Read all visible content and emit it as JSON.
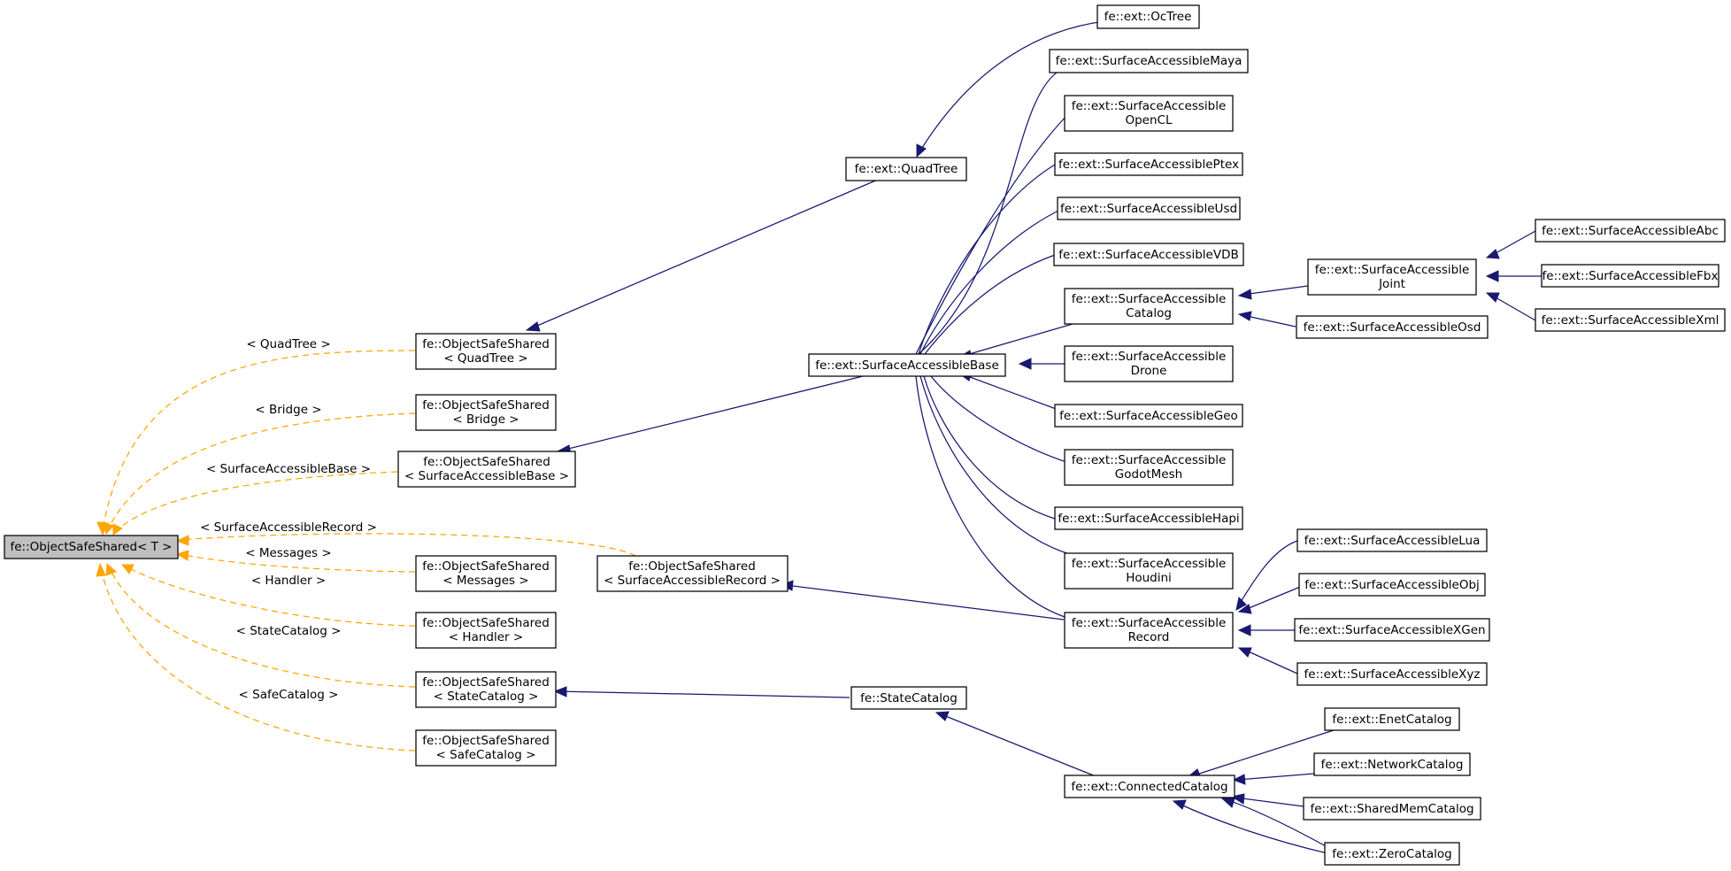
{
  "colors": {
    "inheritance_edge": "#191970",
    "template_edge": "#ffa500",
    "root_fill": "#bfbfbf",
    "node_fill": "#ffffff"
  },
  "nodes": {
    "root": [
      "fe::ObjectSafeShared< T >"
    ],
    "oss_quadtree": [
      "fe::ObjectSafeShared",
      "< QuadTree >"
    ],
    "oss_bridge": [
      "fe::ObjectSafeShared",
      "< Bridge >"
    ],
    "oss_surfacebase": [
      "fe::ObjectSafeShared",
      "< SurfaceAccessibleBase >"
    ],
    "oss_surfacerecord": [
      "fe::ObjectSafeShared",
      "< SurfaceAccessibleRecord >"
    ],
    "oss_messages": [
      "fe::ObjectSafeShared",
      "< Messages >"
    ],
    "oss_handler": [
      "fe::ObjectSafeShared",
      "< Handler >"
    ],
    "oss_statecatalog": [
      "fe::ObjectSafeShared",
      "< StateCatalog >"
    ],
    "oss_safecatalog": [
      "fe::ObjectSafeShared",
      "< SafeCatalog >"
    ],
    "quadtree": [
      "fe::ext::QuadTree"
    ],
    "octree": [
      "fe::ext::OcTree"
    ],
    "surfacebase": [
      "fe::ext::SurfaceAccessibleBase"
    ],
    "statecatalog": [
      "fe::StateCatalog"
    ],
    "connectedcatalog": [
      "fe::ext::ConnectedCatalog"
    ],
    "sa_maya": [
      "fe::ext::SurfaceAccessibleMaya"
    ],
    "sa_opencl": [
      "fe::ext::SurfaceAccessible",
      "OpenCL"
    ],
    "sa_ptex": [
      "fe::ext::SurfaceAccessiblePtex"
    ],
    "sa_usd": [
      "fe::ext::SurfaceAccessibleUsd"
    ],
    "sa_vdb": [
      "fe::ext::SurfaceAccessibleVDB"
    ],
    "sa_catalog": [
      "fe::ext::SurfaceAccessible",
      "Catalog"
    ],
    "sa_drone": [
      "fe::ext::SurfaceAccessible",
      "Drone"
    ],
    "sa_geo": [
      "fe::ext::SurfaceAccessibleGeo"
    ],
    "sa_godotmesh": [
      "fe::ext::SurfaceAccessible",
      "GodotMesh"
    ],
    "sa_hapi": [
      "fe::ext::SurfaceAccessibleHapi"
    ],
    "sa_houdini": [
      "fe::ext::SurfaceAccessible",
      "Houdini"
    ],
    "sa_record": [
      "fe::ext::SurfaceAccessible",
      "Record"
    ],
    "sa_joint": [
      "fe::ext::SurfaceAccessible",
      "Joint"
    ],
    "sa_osd": [
      "fe::ext::SurfaceAccessibleOsd"
    ],
    "sa_abc": [
      "fe::ext::SurfaceAccessibleAbc"
    ],
    "sa_fbx": [
      "fe::ext::SurfaceAccessibleFbx"
    ],
    "sa_xml": [
      "fe::ext::SurfaceAccessibleXml"
    ],
    "sa_lua": [
      "fe::ext::SurfaceAccessibleLua"
    ],
    "sa_obj": [
      "fe::ext::SurfaceAccessibleObj"
    ],
    "sa_xgen": [
      "fe::ext::SurfaceAccessibleXGen"
    ],
    "sa_xyz": [
      "fe::ext::SurfaceAccessibleXyz"
    ],
    "enetcatalog": [
      "fe::ext::EnetCatalog"
    ],
    "networkcatalog": [
      "fe::ext::NetworkCatalog"
    ],
    "sharedmemcatalog": [
      "fe::ext::SharedMemCatalog"
    ],
    "zerocatalog": [
      "fe::ext::ZeroCatalog"
    ]
  },
  "edge_labels": {
    "quadtree": "< QuadTree >",
    "bridge": "< Bridge >",
    "surfacebase": "< SurfaceAccessibleBase >",
    "surfacerecord": "< SurfaceAccessibleRecord >",
    "messages": "< Messages >",
    "handler": "< Handler >",
    "statecatalog": "< StateCatalog >",
    "safecatalog": "< SafeCatalog >"
  }
}
